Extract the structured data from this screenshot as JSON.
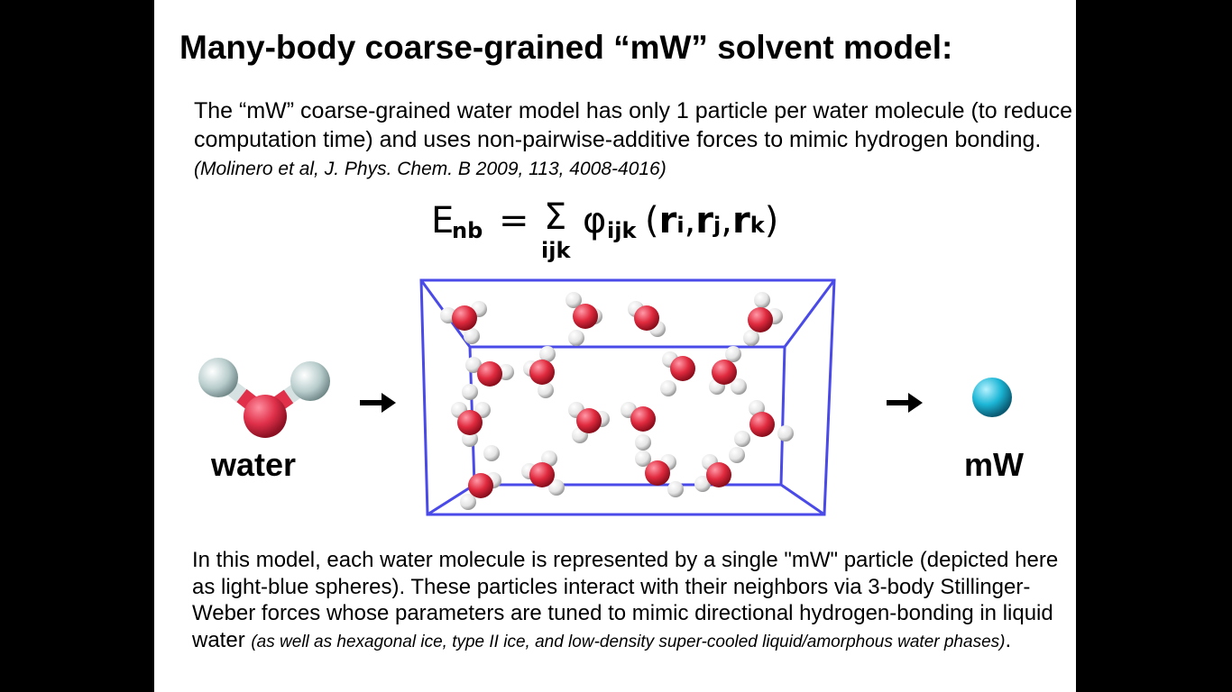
{
  "slide": {
    "title": "Many-body coarse-grained “mW” solvent model:",
    "intro": {
      "text": "The “mW” coarse-grained water model has only 1 particle per water molecule (to reduce computation time) and uses non-pairwise-additive forces to mimic hydrogen bonding.",
      "citation": "(Molinero et al, J. Phys. Chem. B 2009, 113, 4008-4016)"
    },
    "equation": {
      "lhs": "E",
      "lhs_sub": "nb",
      "equals": "=",
      "sum": "Σ",
      "sum_sub": "ijk",
      "phi": "φ",
      "phi_sub": "ijk",
      "open": "(",
      "r": "r",
      "i": "i",
      "j": "j",
      "k": "k",
      "comma": ",",
      "close": ")"
    },
    "figure": {
      "water_label": "water",
      "mw_label": "mW",
      "colors": {
        "oxygen": "#e0304a",
        "hydrogen": "#c8d8d8",
        "box": "#4a4ae8",
        "mw_sphere": "#1cb6d6"
      }
    },
    "body": {
      "text": "In this model, each water molecule is represented by a single \"mW\" particle (depicted here as light-blue spheres). These particles interact with their neighbors via 3-body Stillinger-Weber forces whose parameters are tuned to mimic directional hydrogen-bonding in liquid water",
      "citation": "(as well as hexagonal ice, type II ice, and low-density super-cooled liquid/amorphous water phases)",
      "end": "."
    }
  }
}
